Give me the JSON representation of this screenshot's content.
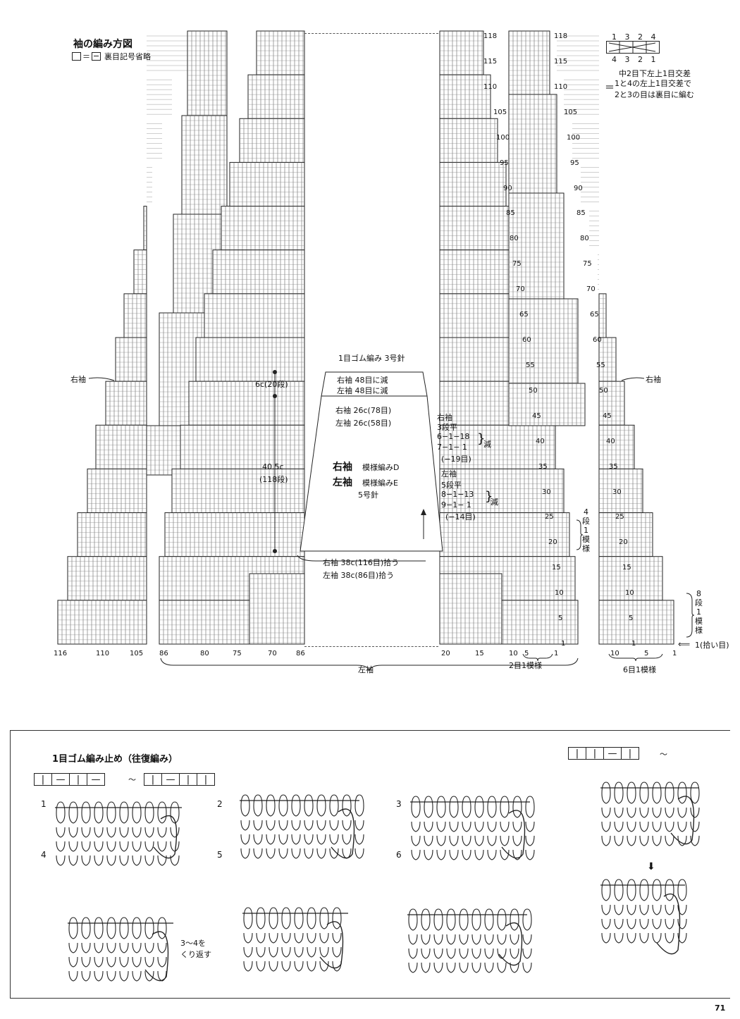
{
  "title": "袖の編み方図",
  "legend_note": "裏目記号省略",
  "legend_eq": "＝",
  "cable_key": {
    "top_numbers": "1 3 2 4",
    "bottom_numbers": "4 3 2 1",
    "eq": "＝",
    "line1": "中2目下左上1目交差",
    "line2": "1と4の左上1目交差で",
    "line3": "2と3の目は裏目に編む"
  },
  "labels": {
    "right_sleeve_left": "右袖",
    "right_sleeve_right": "右袖",
    "left_sleeve_bottom": "左袖",
    "two_st_repeat": "2目1模様",
    "six_st_repeat": "6目1模様",
    "pickup": "1(拾い目)",
    "four_row_repeat": "4\n段\n1\n模\n様",
    "eight_row_repeat": "8\n段\n1\n模\n様"
  },
  "row_numbers_a": [
    "118",
    "115",
    "110",
    "105",
    "100",
    "95",
    "90",
    "85",
    "80",
    "75",
    "70",
    "65",
    "60",
    "55",
    "50",
    "45",
    "40",
    "35",
    "30",
    "25",
    "20",
    "15",
    "10",
    "5",
    "1"
  ],
  "row_numbers_b": [
    "118",
    "115",
    "110",
    "105",
    "100",
    "95",
    "90",
    "85",
    "80",
    "75",
    "70",
    "65",
    "60",
    "55",
    "50",
    "45",
    "40",
    "35",
    "30",
    "25",
    "20",
    "15",
    "10",
    "5",
    "1"
  ],
  "bottom_axis_a": [
    "116",
    "110",
    "105"
  ],
  "bottom_axis_b": [
    "86",
    "80",
    "75",
    "70",
    "86"
  ],
  "bottom_axis_c": [
    "20",
    "15",
    "10",
    "5",
    "1"
  ],
  "bottom_axis_d": [
    "10",
    "5",
    "1"
  ],
  "schematic": {
    "rib_label": "1目ゴム編み 3号針",
    "rs_dec": "右袖 48目に減",
    "ls_dec": "左袖 48目に減",
    "rs_top": "右袖 26c(78目)",
    "ls_top": "左袖 26c(58目)",
    "height_rib": "6c(20段)",
    "height_body": "40.5c",
    "height_body_rows": "(118段)",
    "rs_name": "右袖",
    "rs_pattern": "模様編みD",
    "ls_name": "左袖",
    "ls_pattern": "模様編みE",
    "needle": "5号針",
    "rs_bottom": "右袖 38c(116目)拾う",
    "ls_bottom": "左袖 38c(86目)拾う",
    "rs_shaping_title": "右袖",
    "rs_shaping": [
      "3段平",
      "6−1−18",
      "7−1− 1",
      "(−19目)"
    ],
    "rs_dec_word": "減",
    "ls_shaping_title": "左袖",
    "ls_shaping": [
      "5段平",
      "8−1−13",
      "9−1− 1",
      "(−14目)"
    ],
    "ls_dec_word": "減"
  },
  "bind_off": {
    "title": "1目ゴム編み止め（往復編み）",
    "tilde": "～",
    "symbols_a": [
      "|",
      "—",
      "|",
      "—"
    ],
    "symbols_b": [
      "|",
      "—",
      "|",
      "|"
    ],
    "symbols_c": [
      "|",
      "|",
      "—",
      "|"
    ],
    "steps": [
      "1",
      "2",
      "3",
      "4",
      "5",
      "6"
    ],
    "repeat_note_1": "3～4を",
    "repeat_note_2": "くり返す",
    "arrow": "⬇"
  },
  "page_number": "71"
}
